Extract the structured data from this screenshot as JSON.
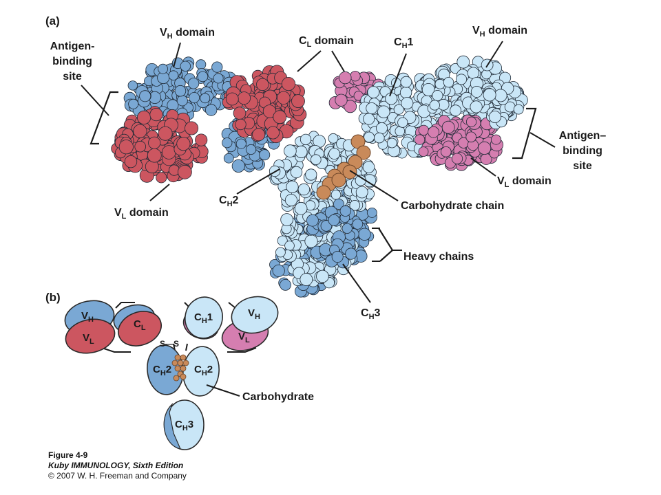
{
  "figure": {
    "panel_a": "(a)",
    "panel_b": "(b)",
    "colors": {
      "light_chain": "#cc5660",
      "light_chain_pink": "#d57eb0",
      "heavy_chain_dark": "#7aa8d4",
      "heavy_chain_light": "#c9e6f7",
      "carbohydrate": "#c98a5a"
    },
    "panel_a_labels": {
      "antigen_site_left_1": "Antigen-",
      "antigen_site_left_2": "binding",
      "antigen_site_left_3": "site",
      "vh_left_base": "V",
      "vh_left_sub": "H",
      "vh_left_rest": " domain",
      "cl_base": "C",
      "cl_sub": "L",
      "cl_rest": " domain",
      "ch1_base": "C",
      "ch1_sub": "H",
      "ch1_rest": "1",
      "vh_right_base": "V",
      "vh_right_sub": "H",
      "vh_right_rest": " domain",
      "antigen_site_right_1": "Antigen–",
      "antigen_site_right_2": "binding",
      "antigen_site_right_3": "site",
      "vl_right_base": "V",
      "vl_right_sub": "L",
      "vl_right_rest": " domain",
      "carbohydrate_chain": "Carbohydrate chain",
      "heavy_chains": "Heavy chains",
      "ch2_base": "C",
      "ch2_sub": "H",
      "ch2_rest": "2",
      "vl_left_base": "V",
      "vl_left_sub": "L",
      "vl_left_rest": " domain",
      "ch3_base": "C",
      "ch3_sub": "H",
      "ch3_rest": "3"
    },
    "panel_b_labels": {
      "vh": "V",
      "vh_sub": "H",
      "vl": "V",
      "vl_sub": "L",
      "cl": "C",
      "cl_sub": "L",
      "ch1": "C",
      "ch1_sub": "H",
      "ch1_rest": "1",
      "vh2": "V",
      "vh2_sub": "H",
      "vl2": "V",
      "vl2_sub": "L",
      "ch2a": "C",
      "ch2a_sub": "H",
      "ch2a_rest": "2",
      "ch2b": "C",
      "ch2b_sub": "H",
      "ch2b_rest": "2",
      "ch3": "C",
      "ch3_sub": "H",
      "ch3_rest": "3",
      "disulfide": "S—S",
      "carbohydrate": "Carbohydrate"
    },
    "caption": {
      "line1": "Figure 4-9",
      "line2": "Kuby IMMUNOLOGY, Sixth Edition",
      "line3": "© 2007 W. H. Freeman and Company"
    }
  }
}
